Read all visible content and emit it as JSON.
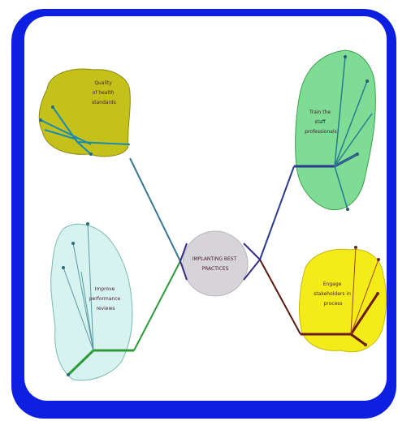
{
  "central_topic": {
    "lines": [
      "IMPLANTING BEST",
      "PRACTICES"
    ]
  },
  "branches": [
    {
      "id": "top-left",
      "label_lines": [
        "Quality",
        "of health",
        "standards"
      ],
      "fill": "#c4c21a",
      "link_color": "#3a7a90"
    },
    {
      "id": "bottom-left",
      "label_lines": [
        "Improve",
        "performance",
        "reviews"
      ],
      "fill": "#d7f3f0",
      "link_color": "#2e9a3a"
    },
    {
      "id": "top-right",
      "label_lines": [
        "Train the",
        "staff",
        "professionals"
      ],
      "fill": "#7fdc94",
      "link_color": "#2a3a90"
    },
    {
      "id": "bottom-right",
      "label_lines": [
        "Engage",
        "stakeholders in",
        "process"
      ],
      "fill": "#f4ec18",
      "link_color": "#5a1a10"
    }
  ]
}
